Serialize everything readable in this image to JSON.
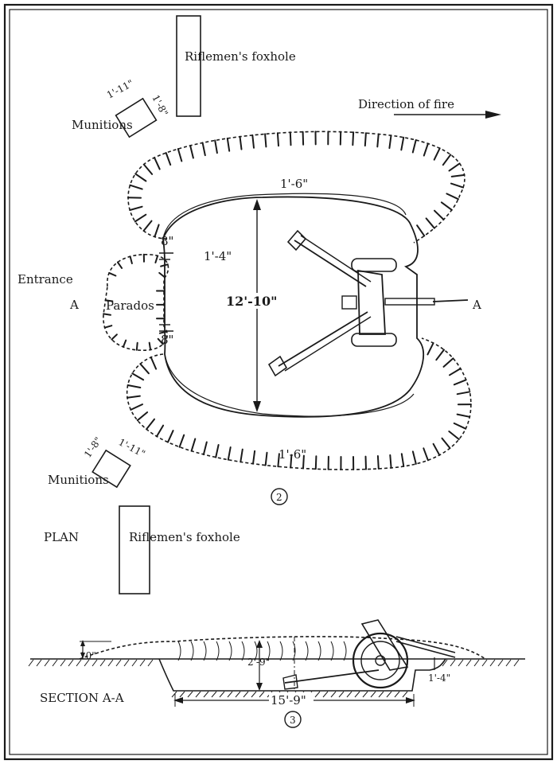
{
  "plan": {
    "foxhole_top_label": "Riflemen's foxhole",
    "foxhole_bottom_label": "Riflemen's foxhole",
    "munitions_top_label": "Munitions",
    "munitions_bottom_label": "Munitions",
    "munitions_top_dim_long": "1'-11\"",
    "munitions_top_dim_short": "1'-8\"",
    "munitions_bottom_dim_short": "1'-8\"",
    "munitions_bottom_dim_long": "1'-11\"",
    "direction_label": "Direction of fire",
    "entrance_label": "Entrance",
    "parados_label": "Parados",
    "section_mark_left": "A",
    "section_mark_right": "A",
    "dim_top_parapet": "1'-6\"",
    "dim_bottom_parapet": "1'-6\"",
    "dim_inner_width": "1'-4\"",
    "dim_pit_width": "12'-10\"",
    "dim_entrance_top": "8\"",
    "dim_entrance_bottom": "8\"",
    "figure_number": "2",
    "plan_label": "PLAN"
  },
  "section": {
    "title": "SECTION A-A",
    "dim_parapet_height": "10\"",
    "dim_depth": "2'-9\"",
    "dim_length": "15'-9\"",
    "dim_step": "1'-4\"",
    "figure_number": "3"
  }
}
